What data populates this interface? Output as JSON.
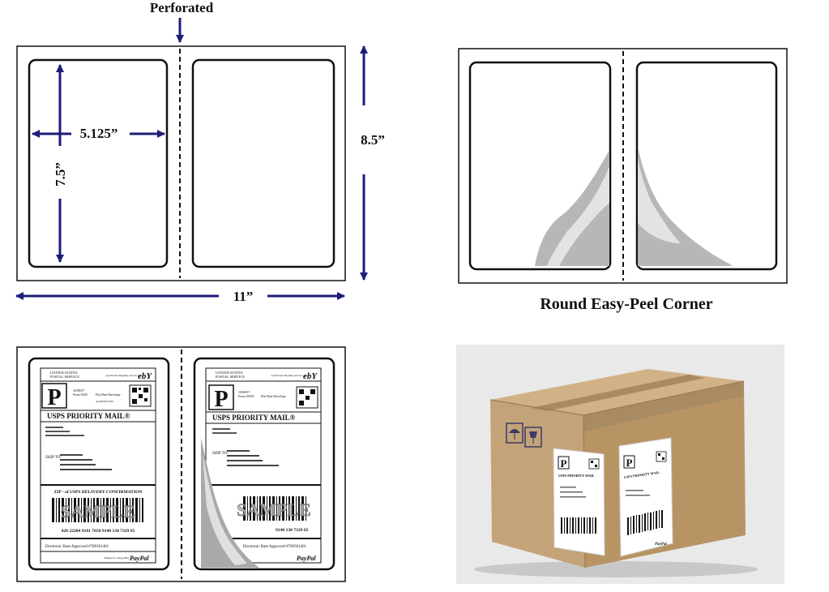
{
  "top_left": {
    "perforated_label": "Perforated",
    "width_label": "5.125”",
    "height_label": "7.5”",
    "sheet_height_label": "8.5”",
    "sheet_width_label": "11”"
  },
  "top_right": {
    "caption": "Round Easy-Peel Corner"
  },
  "bottom_left": {
    "left_label": {
      "service_line1": "UNITED STATES",
      "service_line2": "POSTAL SERVICE",
      "preferred_line": "a preferred shipping service on",
      "brand": "ebY",
      "class_letter": "P",
      "priority_mail": "USPS PRIORITY MAIL®",
      "info_lines": [
        "10/08/07",
        "From 5630"
      ],
      "rate_line1": "Flat Rate Envelope",
      "rate_line2": "Ab4P09477053",
      "ship_to_label": "SHIP TO:",
      "confirmation": "ZIP - of USPS DELIVERY CONFIRMATION",
      "sample": "SAMPLE",
      "tracking": "420 22204 9101 7650 9140 130 7329 85",
      "footer": "Electronic Rate Approved #789301401",
      "footer_small": "Thanks for using eBay",
      "paypal": "PayPal"
    },
    "right_label": {
      "service_line1": "UNITED STATES",
      "service_line2": "POSTAL SERVICE",
      "preferred_line": "a preferred shipping service on",
      "brand": "ebY",
      "class_letter": "P",
      "priority_mail": "USPS PRIORITY MAIL®",
      "info_lines": [
        "10/08/07",
        "From 26563"
      ],
      "rate_line1": "Flat Rate Envelope",
      "ship_to_label": "SHIP TO:",
      "sample": "SAMPLE",
      "tracking": "9140 130 7329 85",
      "footer": "Electronic Rate Approved #789301401",
      "paypal": "PayPal"
    }
  },
  "bottom_right": {
    "box_label_letter_1": "P",
    "box_label_letter_2": "P",
    "box_label_title": "USPS PRIORITY MAIL",
    "box_label_brand": "PayPal"
  },
  "colors": {
    "arrow": "#1c1c7a",
    "border": "#111111",
    "cardboard": "#c4a379",
    "cardboard_dark": "#9c7a52",
    "photo_bg": "#e9e9e9"
  }
}
